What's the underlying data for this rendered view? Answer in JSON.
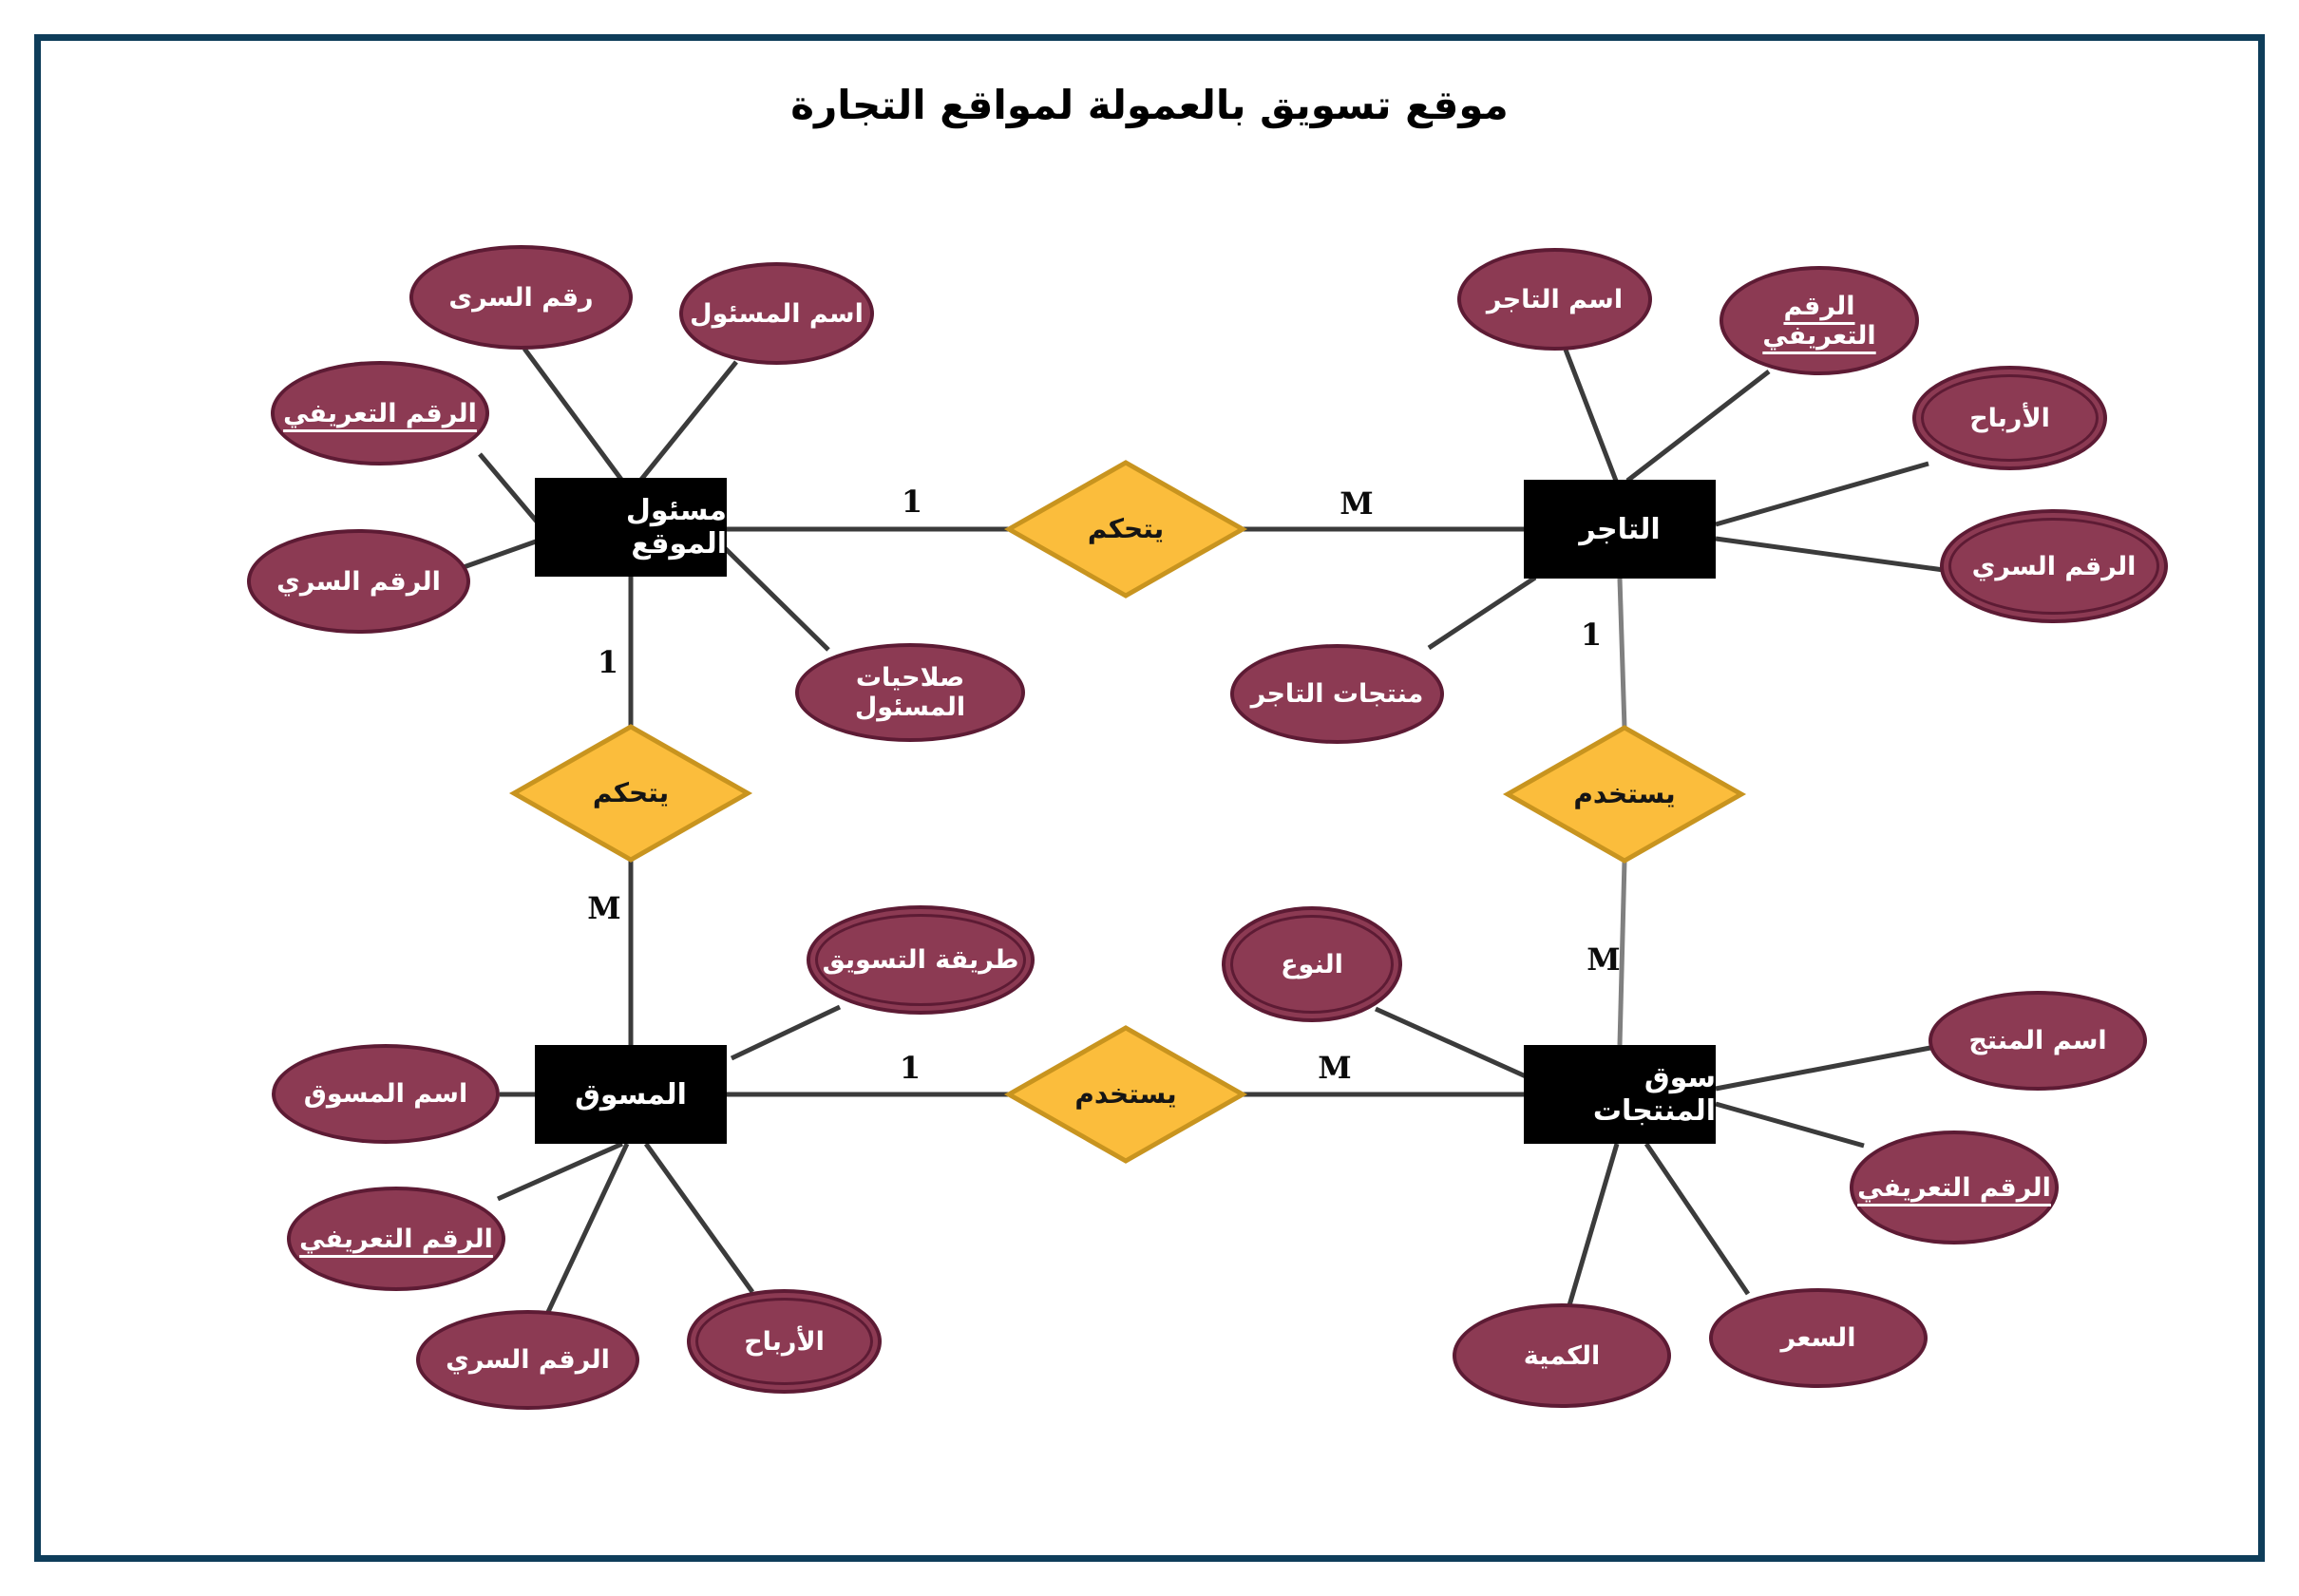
{
  "title": "موقع تسويق بالعمولة لمواقع التجارة",
  "colors": {
    "entity_fill": "#000000",
    "attribute_fill": "#8c3a53",
    "attribute_border": "#5d1b34",
    "relationship_fill": "#fbbd3c",
    "relationship_border": "#c8941f",
    "frame_border": "#0e3d5a",
    "line_dark": "#3b3b3b",
    "line_gray": "#808080"
  },
  "entities": [
    {
      "id": "site-manager",
      "label": "مسئول الموقع"
    },
    {
      "id": "merchant",
      "label": "التاجر"
    },
    {
      "id": "marketer",
      "label": "المسوق"
    },
    {
      "id": "products-market",
      "label": "سوق المنتجات"
    }
  ],
  "relationships": [
    {
      "id": "controls-top",
      "label": "يتحكم"
    },
    {
      "id": "controls-left",
      "label": "يتحكم"
    },
    {
      "id": "uses-right",
      "label": "يستخدم"
    },
    {
      "id": "uses-bottom",
      "label": "يستخدم"
    }
  ],
  "cardinalities": [
    {
      "edge": "site-manager to controls-top",
      "value": "1"
    },
    {
      "edge": "controls-top to merchant",
      "value": "M"
    },
    {
      "edge": "site-manager to controls-left",
      "value": "1"
    },
    {
      "edge": "controls-left to marketer",
      "value": "M"
    },
    {
      "edge": "merchant to uses-right",
      "value": "1"
    },
    {
      "edge": "uses-right to products-market",
      "value": "M"
    },
    {
      "edge": "marketer to uses-bottom",
      "value": "1"
    },
    {
      "edge": "uses-bottom to products-market",
      "value": "M"
    }
  ],
  "attributes": {
    "site_manager": [
      {
        "label": "رقم السرى"
      },
      {
        "label": "اسم المسئول"
      },
      {
        "label": "الرقم التعريفي",
        "key": true
      },
      {
        "label": "الرقم السري"
      },
      {
        "label": "صلاحيات المسئول"
      }
    ],
    "merchant": [
      {
        "label": "اسم التاجر"
      },
      {
        "label": "الرقم التعريفي",
        "key": true
      },
      {
        "label": "الأرباح",
        "multivalued": true
      },
      {
        "label": "الرقم السري",
        "multivalued": true
      },
      {
        "label": "منتجات التاجر"
      }
    ],
    "marketer": [
      {
        "label": "اسم المسوق"
      },
      {
        "label": "طريقة التسويق",
        "multivalued": true
      },
      {
        "label": "الرقم التعريفي",
        "key": true
      },
      {
        "label": "الرقم السري"
      },
      {
        "label": "الأرباح",
        "multivalued": true
      }
    ],
    "products_market": [
      {
        "label": "النوع",
        "multivalued": true
      },
      {
        "label": "اسم المنتج"
      },
      {
        "label": "الرقم التعريفي",
        "key": true
      },
      {
        "label": "السعر"
      },
      {
        "label": "الكمية"
      }
    ]
  }
}
